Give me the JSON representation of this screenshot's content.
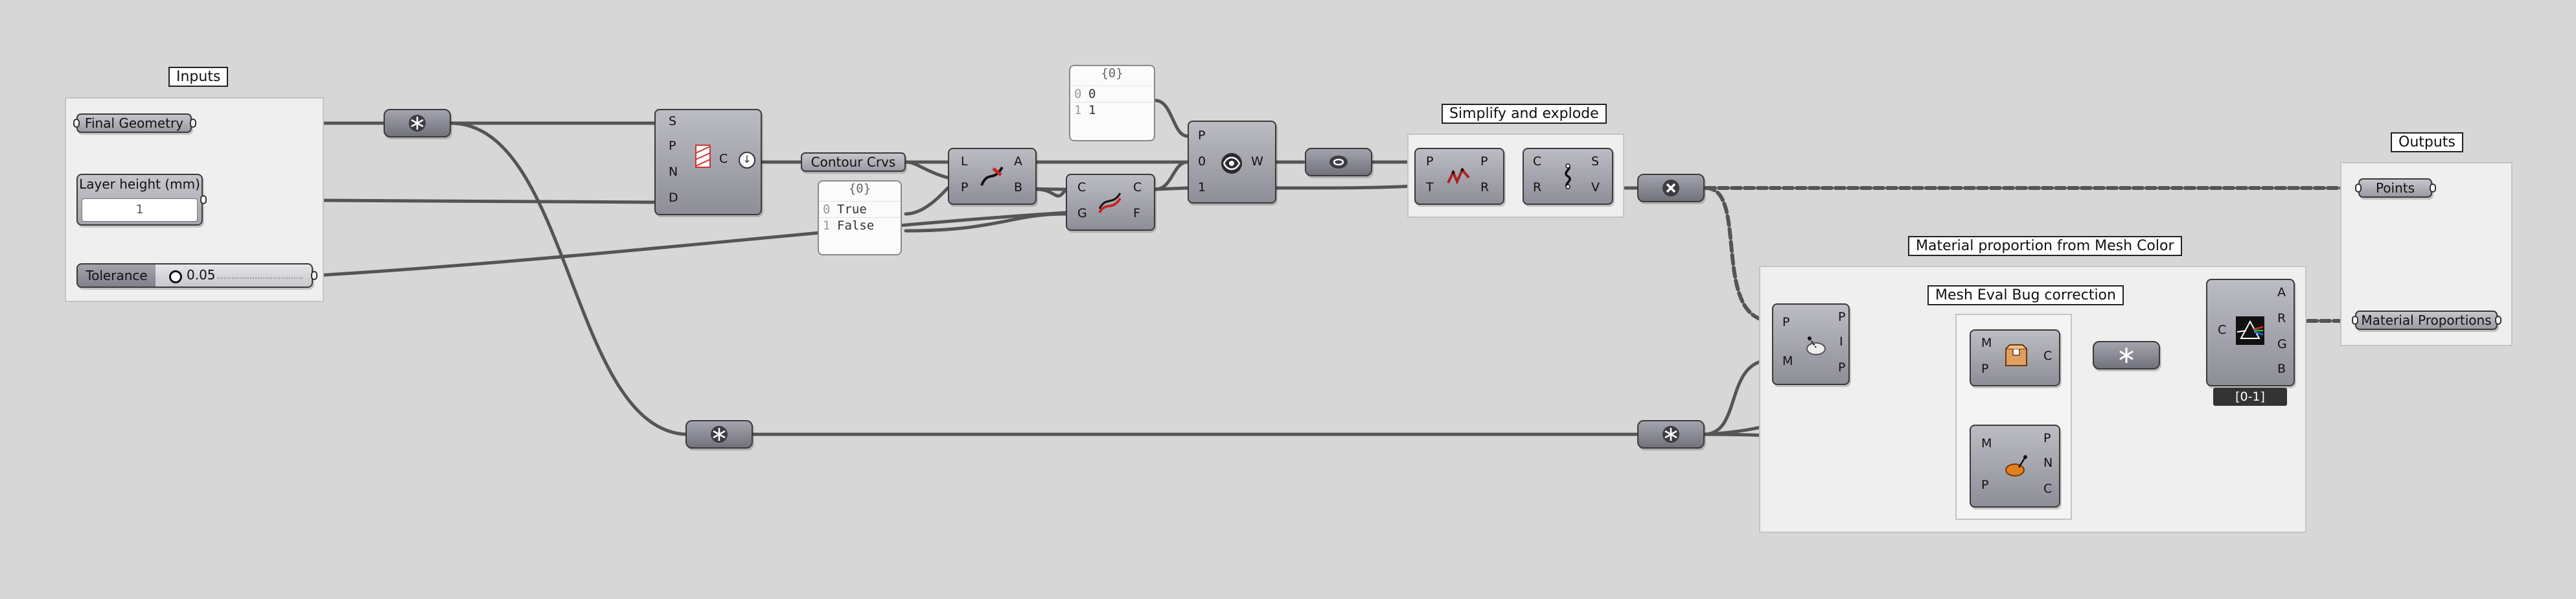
{
  "groups": {
    "inputs": "Inputs",
    "simplify": "Simplify and explode",
    "material": "Material proportion from Mesh Color",
    "meshbug": "Mesh Eval Bug correction",
    "outputs": "Outputs"
  },
  "params": {
    "final_geometry": "Final Geometry",
    "layer_height_label": "Layer height (mm)",
    "layer_height_value": "1",
    "tolerance_label": "Tolerance",
    "tolerance_value": "0.05",
    "contour_crvs": "Contour Crvs",
    "points": "Points",
    "material_proportions": "Material Proportions"
  },
  "panels": {
    "top": {
      "header": "{0}",
      "rows": [
        {
          "idx": "0",
          "val": "0"
        },
        {
          "idx": "1",
          "val": "1"
        }
      ]
    },
    "bool": {
      "header": "{0}",
      "rows": [
        {
          "idx": "0",
          "val": "True"
        },
        {
          "idx": "1",
          "val": "False"
        }
      ]
    }
  },
  "ports": {
    "contour_in": [
      "S",
      "P",
      "N",
      "D"
    ],
    "contour_out": [
      "C"
    ],
    "eval_in": [
      "L",
      "P"
    ],
    "eval_out": [
      "A",
      "B"
    ],
    "dispatch_in": [
      "C",
      "G"
    ],
    "dispatch_out": [
      "C",
      "F"
    ],
    "pick_in": [
      "P",
      "0",
      "1"
    ],
    "pick_out": [
      "W"
    ],
    "simplify_in": [
      "P",
      "T"
    ],
    "simplify_out": [
      "P",
      "R"
    ],
    "explode_in": [
      "C",
      "R"
    ],
    "explode_out": [
      "S",
      "V"
    ],
    "mcp_in": [
      "P",
      "M"
    ],
    "mcp_out": [
      "P",
      "I",
      "P"
    ],
    "deconstruct_in": [
      "M",
      "P"
    ],
    "deconstruct_out": [
      "C"
    ],
    "meval_in": [
      "M",
      "P"
    ],
    "meval_out": [
      "P",
      "N",
      "C"
    ],
    "split_in": [
      "C"
    ],
    "split_out": [
      "A",
      "R",
      "G",
      "B"
    ]
  },
  "split_range": "[0-1]",
  "colors": {
    "canvas": "#d7d7d7",
    "wire": "#555555",
    "group": "#efefef"
  }
}
